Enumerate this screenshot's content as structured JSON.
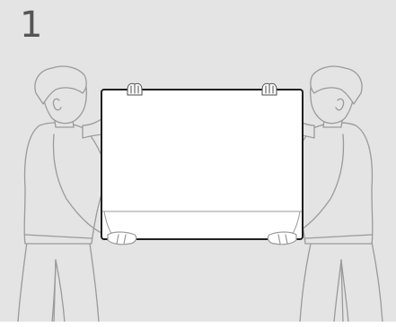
{
  "step": {
    "number": "1"
  },
  "colors": {
    "background": "#e4e4e4",
    "line": "#9a9a9a",
    "tv_outline": "#1f1f1f",
    "tv_fill": "#ffffff",
    "step_number": "#555555"
  },
  "illustration": {
    "left_person_icon": "person-holding-left",
    "right_person_icon": "person-holding-right",
    "tv_icon": "tv-panel"
  }
}
